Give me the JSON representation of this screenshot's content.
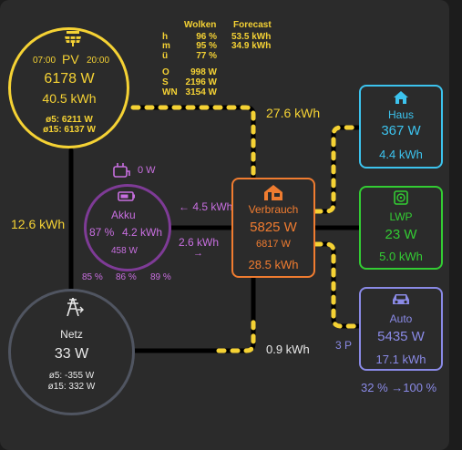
{
  "colors": {
    "pv": "#f5d234",
    "battery": "#7e3b96",
    "grid": "#505561",
    "home": "#f07c30",
    "haus": "#3cc3ee",
    "lwp": "#33cc33",
    "auto": "#8a8ae6",
    "line": "#000000"
  },
  "pv": {
    "icon": "solar-panel-icon",
    "time_start": "07:00",
    "label": "PV",
    "time_end": "20:00",
    "power": "6178 W",
    "energy": "40.5 kWh",
    "avg5": "ø5: 6211 W",
    "avg15": "ø15: 6137 W"
  },
  "weather": {
    "header_clouds": "Wolken",
    "header_forecast": "Forecast",
    "rows": [
      {
        "key": "h",
        "clouds": "96 %",
        "forecast": "53.5 kWh"
      },
      {
        "key": "m",
        "clouds": "95 %",
        "forecast": "34.9 kWh"
      },
      {
        "key": "ü",
        "clouds": "77 %",
        "forecast": ""
      }
    ],
    "extra": [
      {
        "key": "O",
        "value": "998 W"
      },
      {
        "key": "S",
        "value": "2196 W"
      },
      {
        "key": "WN",
        "value": "3154 W"
      }
    ]
  },
  "flows": {
    "pv_to_home": "27.6 kWh",
    "pv_to_grid": "12.6 kWh",
    "battery_in": "← 4.5 kWh",
    "battery_out": "2.6 kWh",
    "battery_out_arrow": "→",
    "grid_to_home": "0.9 kWh"
  },
  "battery": {
    "plug_icon": "ev-plug-icon",
    "plug_value": "0 W",
    "icon": "battery-charging-icon",
    "label": "Akku",
    "soc": "87 %",
    "energy": "4.2 kWh",
    "power": "458 W",
    "soc_history": [
      "85 %",
      "86 %",
      "89 %"
    ]
  },
  "grid": {
    "icon": "transmission-tower-icon",
    "label": "Netz",
    "power": "33 W",
    "avg5": "ø5: -355 W",
    "avg15": "ø15: 332 W"
  },
  "home": {
    "icon": "home-garage-icon",
    "label": "Verbrauch",
    "power": "5825 W",
    "power2": "6817 W",
    "energy": "28.5 kWh"
  },
  "devices": [
    {
      "id": "haus",
      "icon": "home-icon",
      "label": "Haus",
      "power": "367 W",
      "energy": "4.4 kWh"
    },
    {
      "id": "lwp",
      "icon": "heat-pump-icon",
      "label": "LWP",
      "power": "23 W",
      "energy": "5.0 kWh"
    },
    {
      "id": "auto",
      "icon": "car-icon",
      "label": "Auto",
      "power": "5435 W",
      "energy": "17.1 kWh",
      "phases": "3 P",
      "soc": "32 % →100 %"
    }
  ]
}
